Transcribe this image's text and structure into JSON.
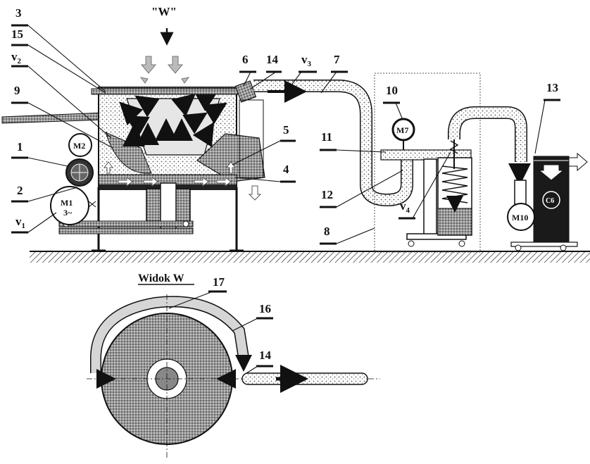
{
  "view_label": "\"W\"",
  "section_title": "Widok W",
  "labels": {
    "n1": "1",
    "n2": "2",
    "n3": "3",
    "n4": "4",
    "n5": "5",
    "n6": "6",
    "n7": "7",
    "n8": "8",
    "n9": "9",
    "n10": "10",
    "n11": "11",
    "n12": "12",
    "n13": "13",
    "n14": "14",
    "n14b": "14",
    "n15": "15",
    "n16": "16",
    "n17": "17"
  },
  "velocity_labels": {
    "v1": "v",
    "v1_sub": "1",
    "v2": "v",
    "v2_sub": "2",
    "v3": "v",
    "v3_sub": "3",
    "v4": "v",
    "v4_sub": "4"
  },
  "motors": {
    "m1": "M1",
    "m1_phase": "3~",
    "m2": "M2",
    "m7": "M7",
    "m10": "M10",
    "c6": "C6"
  },
  "colors": {
    "fill_dark": "#1a1a1a",
    "fill_grey": "#8a8a8a",
    "outline": "#111111",
    "ground": "#555555"
  }
}
